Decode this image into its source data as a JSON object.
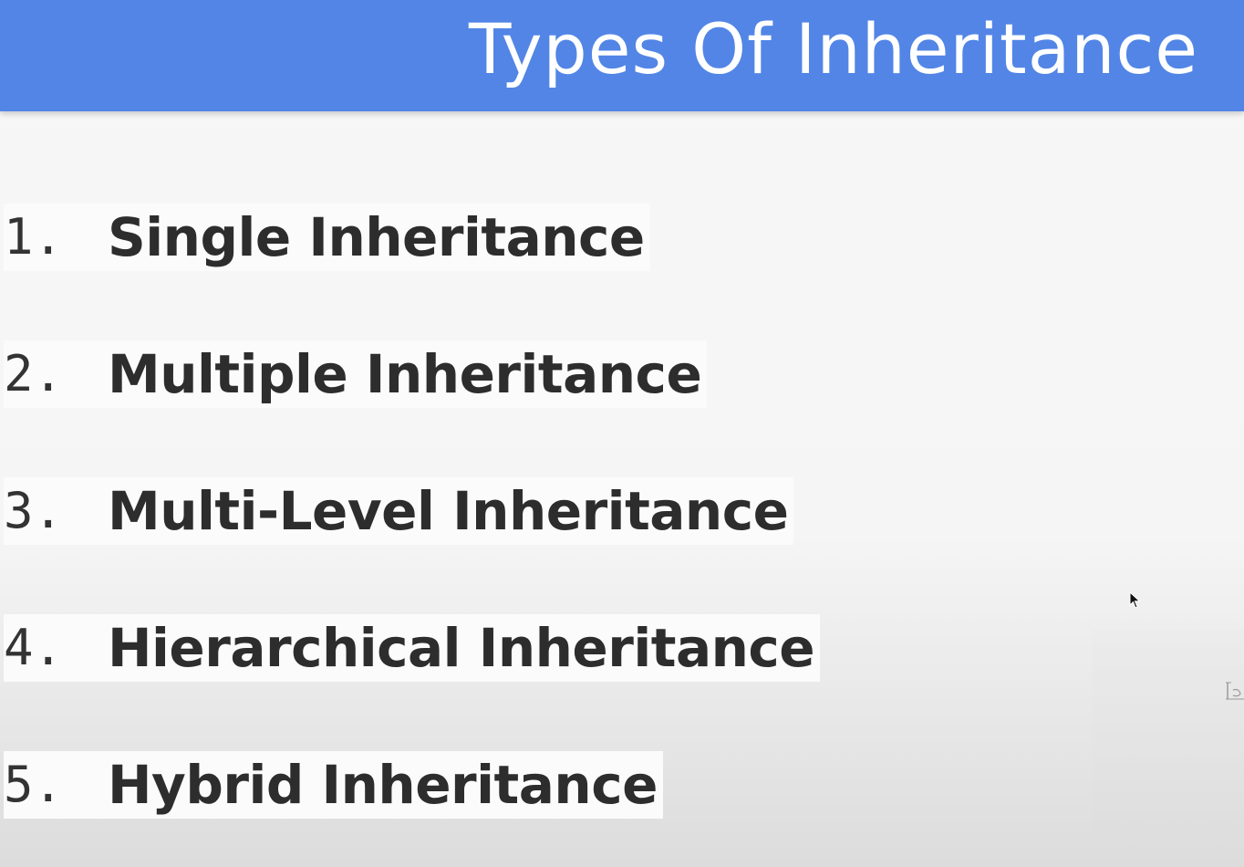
{
  "slide": {
    "title": "Types Of Inheritance",
    "header_color": "#5285e6",
    "items": [
      {
        "number": "1.",
        "label": "Single Inheritance"
      },
      {
        "number": "2.",
        "label": "Multiple Inheritance"
      },
      {
        "number": "3.",
        "label": "Multi-Level Inheritance"
      },
      {
        "number": "4.",
        "label": "Hierarchical Inheritance"
      },
      {
        "number": "5.",
        "label": "Hybrid Inheritance"
      }
    ]
  },
  "icons": {
    "cursor": "mouse-pointer-icon"
  }
}
